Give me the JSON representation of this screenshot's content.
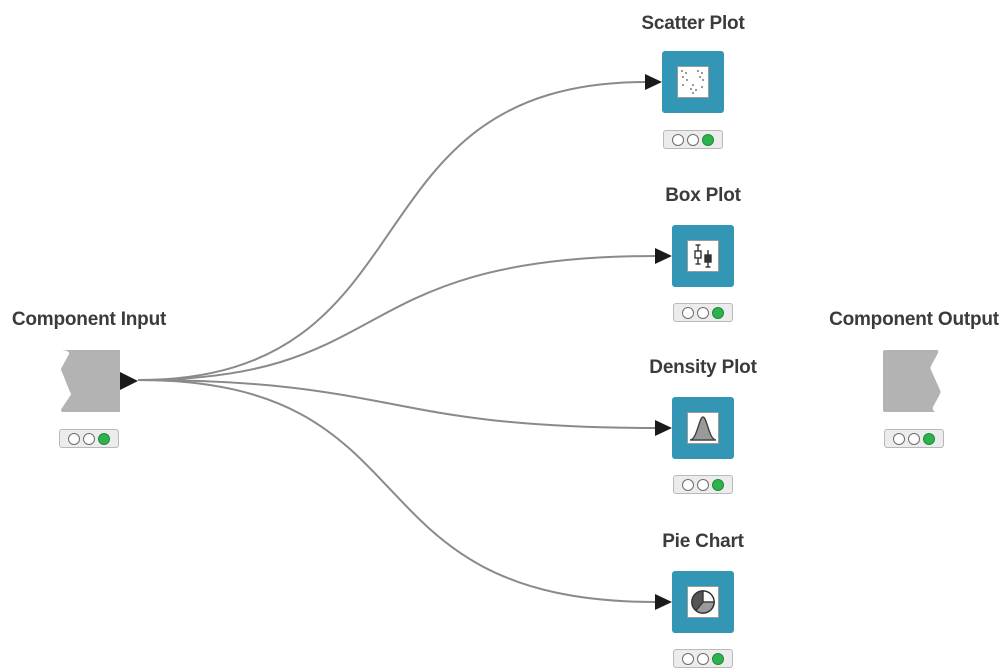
{
  "workflow": {
    "input_node": {
      "label": "Component Input",
      "icon": "component-input-icon",
      "traffic_light": [
        "off",
        "off",
        "green"
      ]
    },
    "output_node": {
      "label": "Component Output",
      "icon": "component-output-icon",
      "traffic_light": [
        "off",
        "off",
        "green"
      ]
    },
    "nodes": [
      {
        "label": "Scatter Plot",
        "icon": "scatter-plot-icon",
        "traffic_light": [
          "off",
          "off",
          "green"
        ]
      },
      {
        "label": "Box Plot",
        "icon": "box-plot-icon",
        "traffic_light": [
          "off",
          "off",
          "green"
        ]
      },
      {
        "label": "Density Plot",
        "icon": "density-plot-icon",
        "traffic_light": [
          "off",
          "off",
          "green"
        ]
      },
      {
        "label": "Pie Chart",
        "icon": "pie-chart-icon",
        "traffic_light": [
          "off",
          "off",
          "green"
        ]
      }
    ]
  },
  "colors": {
    "node_fill": "#3296b4",
    "port_node_fill": "#b3b3b3",
    "edge": "#8a8a8a",
    "status_green": "#2eb24e"
  }
}
